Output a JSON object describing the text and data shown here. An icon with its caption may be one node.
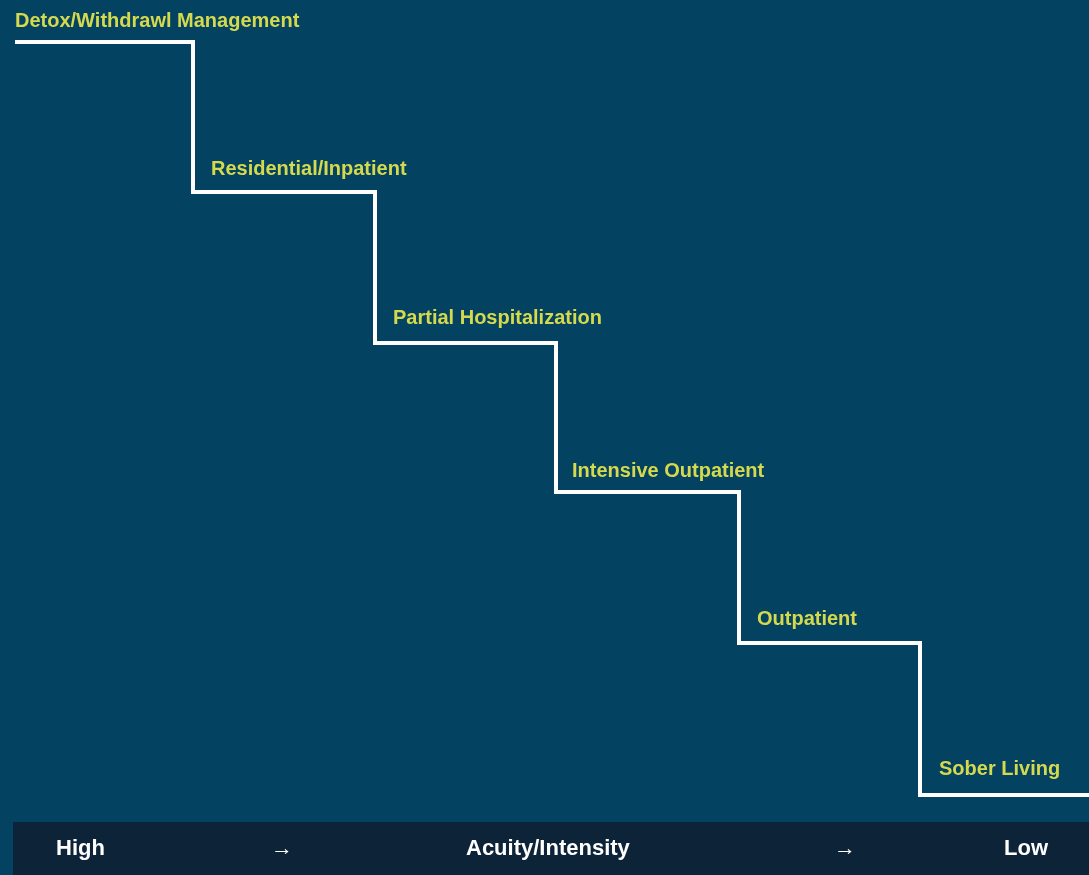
{
  "diagram": {
    "labels": [
      "Detox/Withdrawl Management",
      "Residential/Inpatient",
      "Partial Hospitalization",
      "Intensive Outpatient",
      "Outpatient",
      "Sober Living",
      "High",
      "→",
      "Acuity/Intensity",
      "→",
      "Low"
    ]
  }
}
